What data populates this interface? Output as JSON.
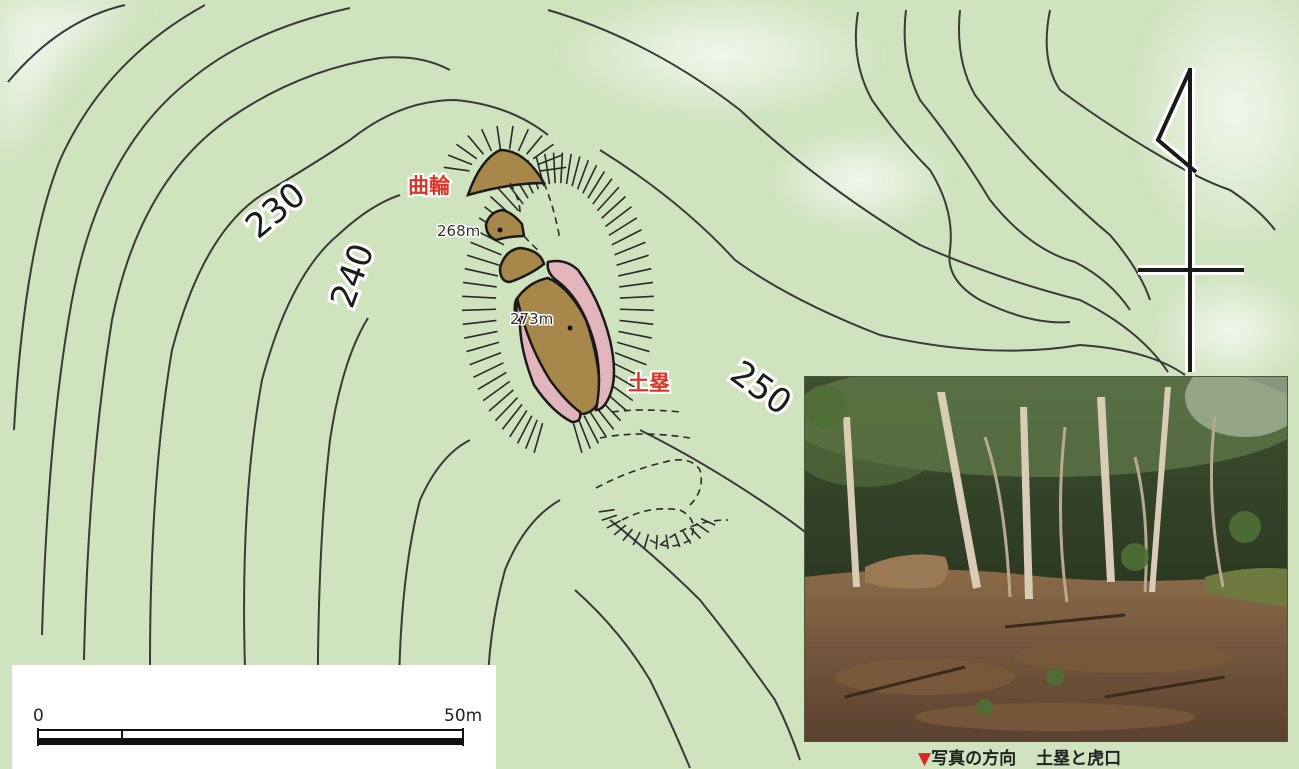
{
  "contour_labels": [
    "230",
    "240",
    "250"
  ],
  "features": {
    "kuruwa": "曲輪",
    "dorui": "土塁"
  },
  "elevations": [
    "268m",
    "273m"
  ],
  "scale": {
    "start": "0",
    "end": "50m"
  },
  "caption": {
    "marker": "▼",
    "direction": "写真の方向",
    "subject": "土塁と虎口"
  },
  "colors": {
    "terrain": "#cfe3be",
    "enclosure": "#a8874a",
    "earthwork": "#e2b4bb",
    "label_red": "#d8382a",
    "caption_marker": "#d8262a"
  },
  "icons": [
    "north-arrow-icon"
  ]
}
